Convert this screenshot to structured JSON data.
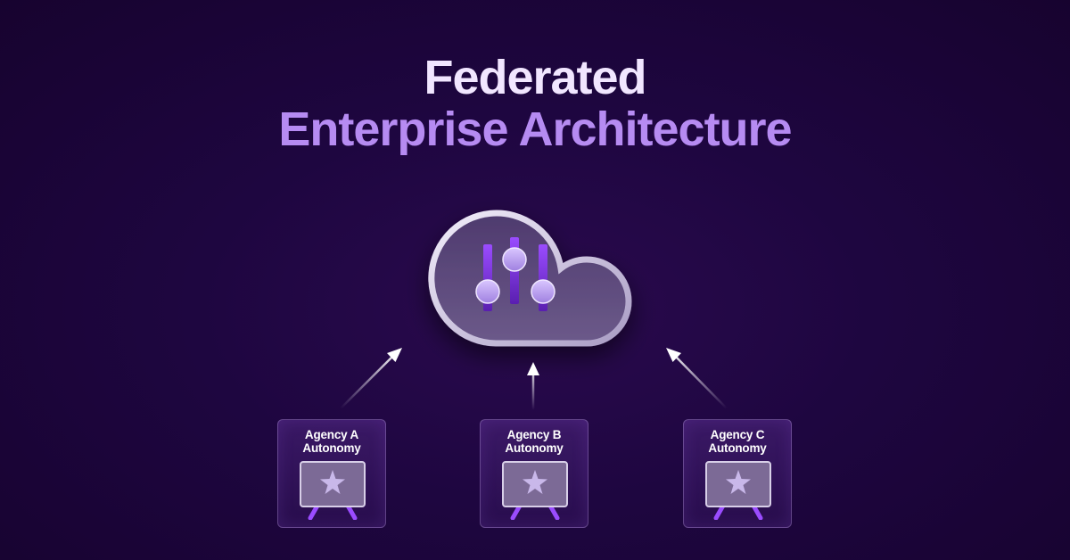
{
  "title": {
    "line1": "Federated",
    "line2": "Enterprise Architecture"
  },
  "cards": [
    {
      "line1": "Agency A",
      "line2": "Autonomy"
    },
    {
      "line1": "Agency B",
      "line2": "Autonomy"
    },
    {
      "line1": "Agency C",
      "line2": "Autonomy"
    }
  ],
  "colors": {
    "background": "#1e0640",
    "title_line1": "#f1e6ff",
    "title_line2": "#b68bf2",
    "accent": "#8a3ff0"
  },
  "icons": {
    "hub": "cloud-sliders-icon",
    "card": "presentation-board-star-icon",
    "connector": "arrow-up-icon"
  }
}
